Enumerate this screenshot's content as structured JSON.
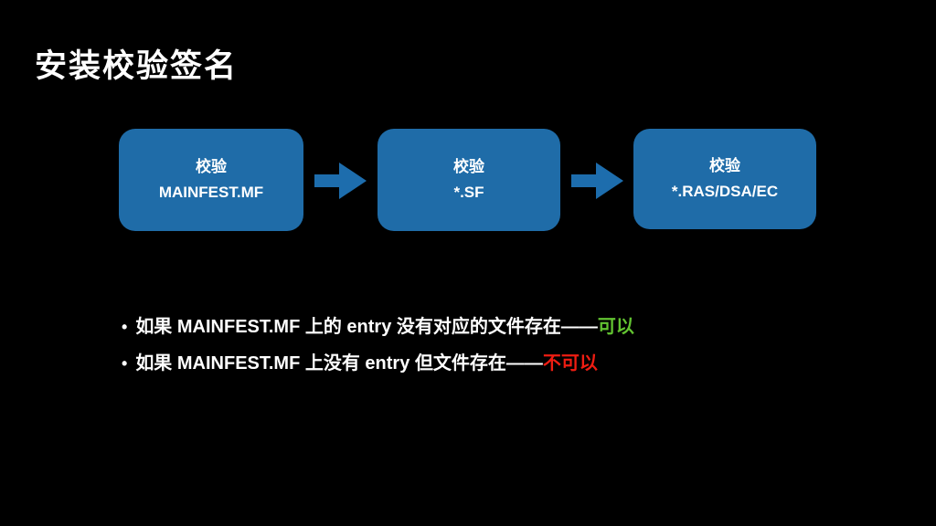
{
  "slide": {
    "title": "安装校验签名",
    "flow_boxes": [
      {
        "line1": "校验",
        "line2": "MAINFEST.MF"
      },
      {
        "line1": "校验",
        "line2": "*.SF"
      },
      {
        "line1": "校验",
        "line2": "*.RAS/DSA/EC"
      }
    ],
    "bullets": [
      {
        "marker": "•",
        "text": "如果 MAINFEST.MF 上的 entry 没有对应的文件存在——",
        "highlight": "可以"
      },
      {
        "marker": "•",
        "text": "如果 MAINFEST.MF 上没有 entry 但文件存在——",
        "highlight": "不可以"
      }
    ],
    "colors": {
      "background": "#000000",
      "box_blue": "#1f6ca8",
      "arrow_blue": "#1d6dad",
      "text_white": "#ffffff",
      "ok_green": "#62c331",
      "no_red": "#ef1d12"
    }
  }
}
